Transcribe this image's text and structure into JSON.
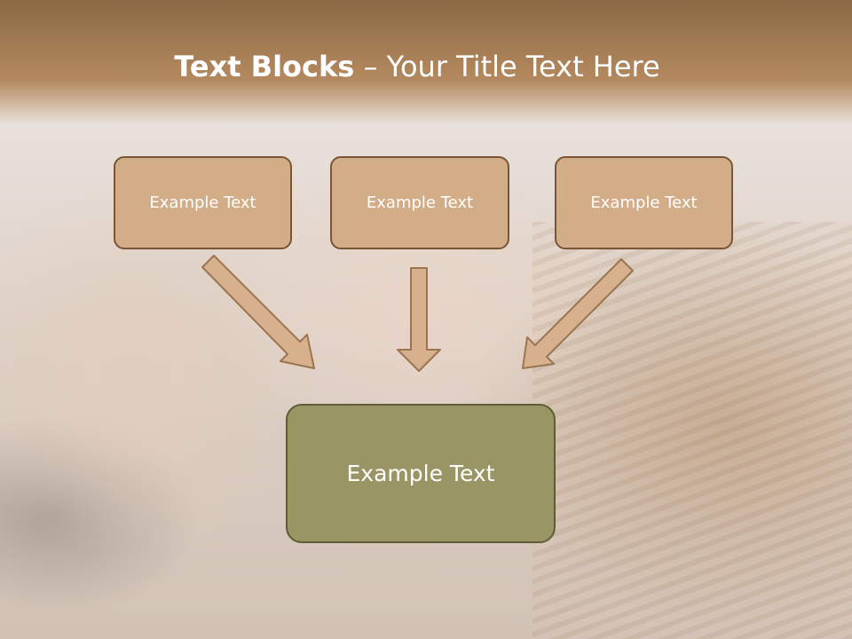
{
  "title": {
    "bold": "Text Blocks",
    "dash": " – ",
    "rest": "Your Title Text Here"
  },
  "blocks": [
    {
      "label": "Example Text"
    },
    {
      "label": "Example Text"
    },
    {
      "label": "Example Text"
    }
  ],
  "main_block": {
    "label": "Example Text"
  },
  "colors": {
    "box_fill": "#d3ac88",
    "box_border": "#7a5535",
    "main_fill": "#999565",
    "main_border": "#5e5c37",
    "arrow_fill": "#d7b08e",
    "arrow_stroke": "#9b7450",
    "title_band": "#b5895f"
  }
}
